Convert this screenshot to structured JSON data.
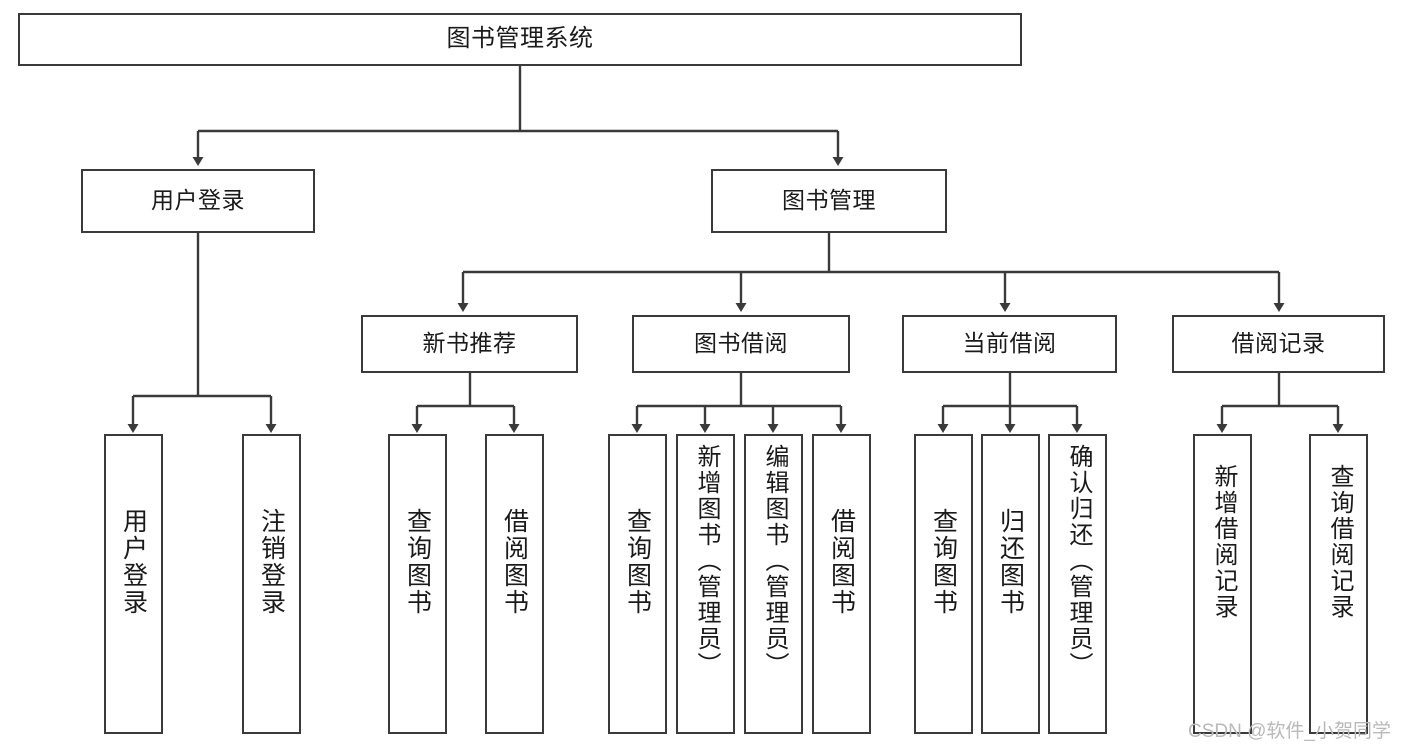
{
  "diagram": {
    "title": "图书管理系统",
    "type": "tree",
    "root": {
      "id": "root",
      "label": "图书管理系统"
    },
    "level2": [
      {
        "id": "user-login",
        "label": "用户登录"
      },
      {
        "id": "book-manage",
        "label": "图书管理"
      }
    ],
    "level3": [
      {
        "id": "new-book-recommend",
        "label": "新书推荐",
        "parent": "book-manage"
      },
      {
        "id": "book-borrow",
        "label": "图书借阅",
        "parent": "book-manage"
      },
      {
        "id": "current-borrow",
        "label": "当前借阅",
        "parent": "book-manage"
      },
      {
        "id": "borrow-record",
        "label": "借阅记录",
        "parent": "book-manage"
      }
    ],
    "leaves": [
      {
        "id": "leaf-user-login",
        "label": "用户登录",
        "parent": "user-login"
      },
      {
        "id": "leaf-logout",
        "label": "注销登录",
        "parent": "user-login"
      },
      {
        "id": "leaf-query-book-1",
        "label": "查询图书",
        "parent": "new-book-recommend"
      },
      {
        "id": "leaf-borrow-book-1",
        "label": "借阅图书",
        "parent": "new-book-recommend"
      },
      {
        "id": "leaf-query-book-2",
        "label": "查询图书",
        "parent": "book-borrow"
      },
      {
        "id": "leaf-add-book",
        "label": "新增图书（管理员）",
        "parent": "book-borrow"
      },
      {
        "id": "leaf-edit-book",
        "label": "编辑图书（管理员）",
        "parent": "book-borrow"
      },
      {
        "id": "leaf-borrow-book-2",
        "label": "借阅图书",
        "parent": "book-borrow"
      },
      {
        "id": "leaf-query-book-3",
        "label": "查询图书",
        "parent": "current-borrow"
      },
      {
        "id": "leaf-return-book",
        "label": "归还图书",
        "parent": "current-borrow"
      },
      {
        "id": "leaf-confirm-return",
        "label": "确认归还（管理员）",
        "parent": "current-borrow"
      },
      {
        "id": "leaf-add-record",
        "label": "新增借阅记录",
        "parent": "borrow-record"
      },
      {
        "id": "leaf-query-record",
        "label": "查询借阅记录",
        "parent": "borrow-record"
      }
    ],
    "colors": {
      "stroke": "#3a3a3a",
      "background": "#ffffff",
      "text": "#1a1a1a",
      "watermark": "#b9b9b9"
    }
  },
  "watermark": {
    "text": "CSDN @软件_小贺同学"
  }
}
